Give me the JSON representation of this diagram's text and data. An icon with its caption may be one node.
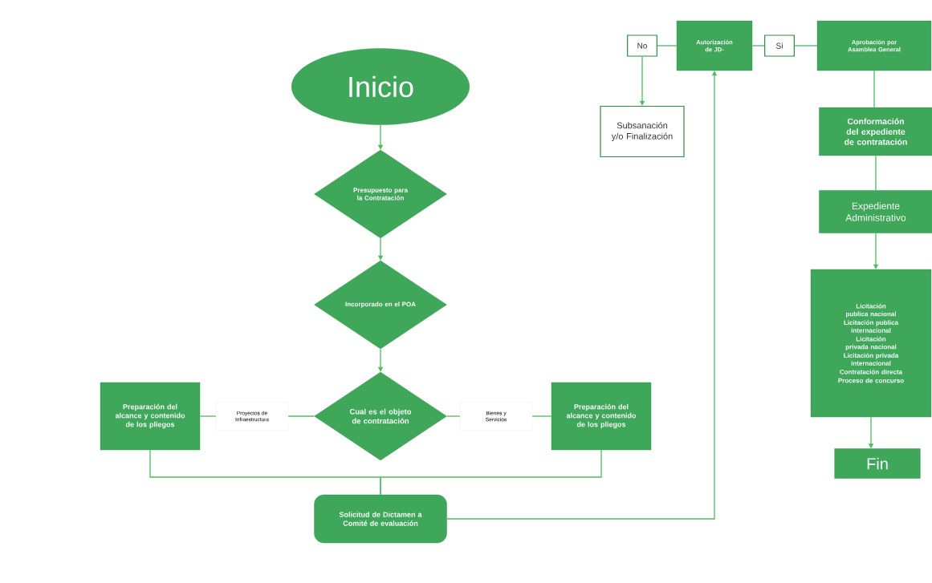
{
  "diagram": {
    "nodes": [
      {
        "text": [
          "Inicio"
        ]
      },
      {
        "text": [
          "Presupuesto para la Contratación"
        ]
      },
      {
        "text": [
          "Incorporado en el POA"
        ]
      },
      {
        "text": [
          "Cual es el objeto de contratación"
        ]
      },
      {
        "text": [
          "Proyectos de Infraestructura"
        ]
      },
      {
        "text": [
          "Bienes y Servicios"
        ]
      },
      {
        "text": [
          "Preparación del alcance y contenido de los pliegos"
        ]
      },
      {
        "text": [
          "Preparación del alcance y contenido de los pliegos"
        ]
      },
      {
        "text": [
          "Solicitud de Dictamen a Comité de evaluación"
        ]
      },
      {
        "text": [
          "Autorización de JD-"
        ]
      },
      {
        "text": [
          "No"
        ]
      },
      {
        "text": [
          "Subsanación y/o Finalización"
        ]
      },
      {
        "text": [
          "Si"
        ]
      },
      {
        "text": [
          "Aprobación por Asamblea General"
        ]
      },
      {
        "text": [
          "Conformación del expediente de contratación"
        ]
      },
      {
        "text": [
          "Expediente Administrativo"
        ]
      },
      {
        "text": [
          "Licitación publica nacional",
          "Licitación publica internacional",
          "Licitación privada nacional",
          "Licitación privada internacional",
          "Contratación directa",
          "Proceso de concurso"
        ]
      },
      {
        "text": [
          "Fin"
        ]
      }
    ],
    "edges": [
      {
        "from": 0,
        "to": 1,
        "arrow": "to"
      },
      {
        "from": 1,
        "to": 2,
        "arrow": "to"
      },
      {
        "from": 2,
        "to": 3,
        "arrow": "to"
      },
      {
        "from": 3,
        "to": 4,
        "arrow": "none"
      },
      {
        "from": 4,
        "to": 6,
        "arrow": "none"
      },
      {
        "from": 3,
        "to": 5,
        "arrow": "none"
      },
      {
        "from": 5,
        "to": 7,
        "arrow": "none"
      },
      {
        "from": 6,
        "to": 8,
        "arrow": "none"
      },
      {
        "from": 7,
        "to": 8,
        "arrow": "none"
      },
      {
        "from": 8,
        "to": 9,
        "arrow": "to"
      },
      {
        "from": 9,
        "to": 10,
        "arrow": "none"
      },
      {
        "from": 10,
        "to": 11,
        "arrow": "to"
      },
      {
        "from": 9,
        "to": 12,
        "arrow": "none"
      },
      {
        "from": 12,
        "to": 13,
        "arrow": "none"
      },
      {
        "from": 13,
        "to": 14,
        "arrow": "none"
      },
      {
        "from": 14,
        "to": 15,
        "arrow": "none"
      },
      {
        "from": 15,
        "to": 16,
        "arrow": "to"
      },
      {
        "from": 16,
        "to": 17,
        "arrow": "to"
      }
    ]
  }
}
